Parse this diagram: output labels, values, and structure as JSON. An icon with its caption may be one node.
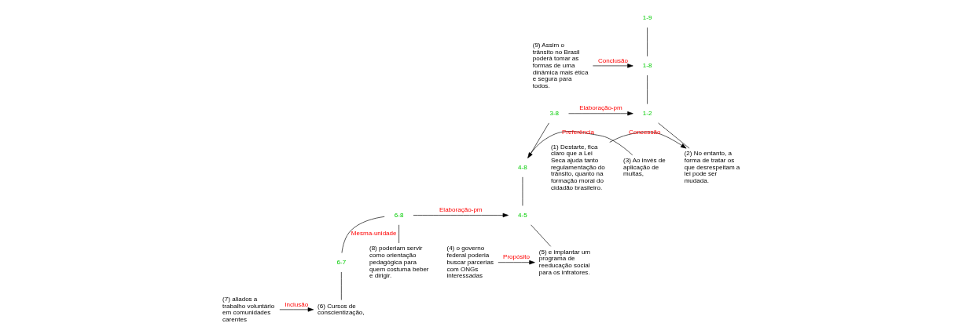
{
  "diagram": {
    "nodes": [
      {
        "text": [
          "1-9"
        ]
      },
      {
        "text": [
          "1-8"
        ]
      },
      {
        "text": [
          "1-2"
        ]
      },
      {
        "text": [
          "3-8"
        ]
      },
      {
        "text": [
          "4-8"
        ]
      },
      {
        "text": [
          "4-5"
        ]
      },
      {
        "text": [
          "6-8"
        ]
      },
      {
        "text": [
          "6-7"
        ]
      },
      {
        "text": [
          "(1) Destarte, fica claro que a Lei Seca ajuda tanto regulamentação do trânsito, quanto na formação moral do cidadão brasileiro."
        ]
      },
      {
        "text": [
          "(2) No entanto, a forma de tratar os que desrespeitam a lei pode ser mudada."
        ]
      },
      {
        "text": [
          "(3) Ao invés de aplicação de multas,"
        ]
      },
      {
        "text": [
          "(4) o governo federal poderia buscar parcerias com ONGs interessadas"
        ]
      },
      {
        "text": [
          "(5) e implantar um programa de reeducação social para os infratores."
        ]
      },
      {
        "text": [
          "(6) Cursos de conscientização,"
        ]
      },
      {
        "text": [
          "(7) aliados a trabalho voluntário em comunidades carentes"
        ]
      },
      {
        "text": [
          "(8) poderiam servir como orientação pedagógica para quem costuma beber e dirigir."
        ]
      },
      {
        "text": [
          "(9) Assim o trânsito no Brasil poderá tomar as formas de uma dinâmica mais ética e segura para todos."
        ]
      }
    ],
    "edges": [
      {
        "from": 0,
        "to": 1,
        "arrow": "none"
      },
      {
        "from": 16,
        "to": 1,
        "arrow": "to",
        "label": "Conclusão"
      },
      {
        "from": 1,
        "to": 2,
        "arrow": "none"
      },
      {
        "from": 3,
        "to": 2,
        "arrow": "to",
        "label": "Elaboração-pm"
      },
      {
        "from": 2,
        "to": 9,
        "arrow": "none"
      },
      {
        "from": 8,
        "to": 9,
        "arrow": "to",
        "label": "Concessão"
      },
      {
        "from": 3,
        "to": 4,
        "arrow": "none"
      },
      {
        "from": 10,
        "to": 4,
        "arrow": "to",
        "label": "Preferência"
      },
      {
        "from": 4,
        "to": 5,
        "arrow": "none"
      },
      {
        "from": 6,
        "to": 5,
        "arrow": "to",
        "label": "Elaboração-pm"
      },
      {
        "from": 5,
        "to": 12,
        "arrow": "none"
      },
      {
        "from": 11,
        "to": 12,
        "arrow": "to",
        "label": "Propósito"
      },
      {
        "from": 6,
        "to": 7,
        "arrow": "none",
        "label": "Mesma-unidade"
      },
      {
        "from": 6,
        "to": 15,
        "arrow": "none"
      },
      {
        "from": 7,
        "to": 13,
        "arrow": "none"
      },
      {
        "from": 14,
        "to": 13,
        "arrow": "to",
        "label": "Inclusão"
      }
    ]
  }
}
